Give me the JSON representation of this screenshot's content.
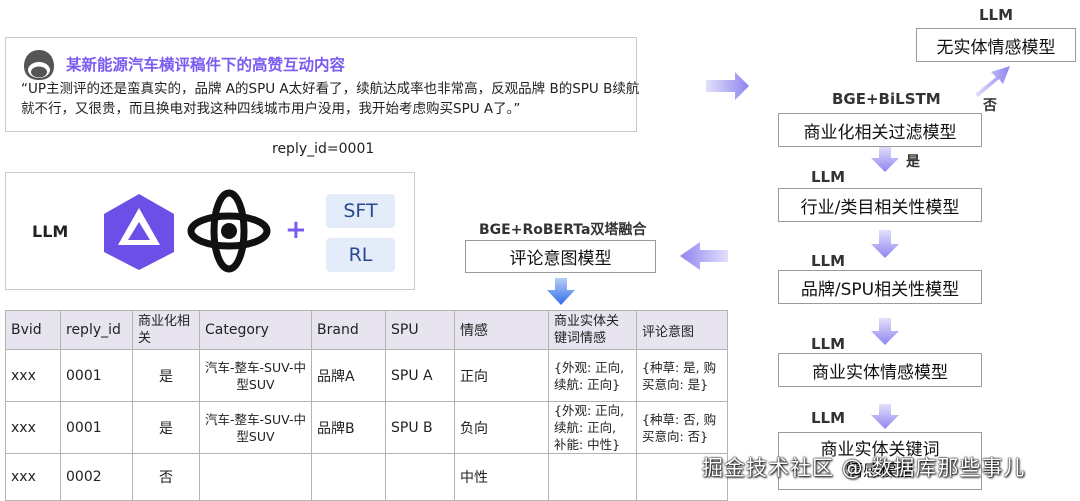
{
  "comment": {
    "title": "某新能源汽车横评稿件下的高赞互动内容",
    "text": "“UP主测评的还是蛮真实的，品牌 A的SPU A太好看了，续航达成率也非常高，反观品牌 B的SPU B续航就不行，又很贵，而且换电对我这种四线城市用户没用，我开始考虑购买SPU A了。”",
    "reply_id": "reply_id=0001"
  },
  "llm_panel": {
    "label": "LLM",
    "tags": [
      "SFT",
      "RL"
    ]
  },
  "flow": {
    "commercial_filter": {
      "label": "BGE+BiLSTM",
      "box": "商业化相关过滤模型"
    },
    "no_entity": {
      "label": "LLM",
      "box": "无实体情感模型"
    },
    "industry": {
      "label": "LLM",
      "box": "行业/类目相关性模型"
    },
    "brand": {
      "label": "LLM",
      "box": "品牌/SPU相关性模型"
    },
    "entity_sentiment": {
      "label": "LLM",
      "box": "商业实体情感模型"
    },
    "keyword_sentiment": {
      "label": "LLM",
      "box": "商业实体关键词情感模型"
    },
    "intent": {
      "label": "BGE+RoBERTa双塔融合",
      "box": "评论意图模型"
    },
    "yes": "是",
    "no": "否"
  },
  "table": {
    "headers": [
      "Bvid",
      "reply_id",
      "商业化相关",
      "Category",
      "Brand",
      "SPU",
      "情感",
      "商业实体关键词情感",
      "评论意图"
    ],
    "rows": [
      [
        "xxx",
        "0001",
        "是",
        "汽车-整车-SUV-中型SUV",
        "品牌A",
        "SPU A",
        "正向",
        "{外观: 正向, 续航: 正向}",
        "{种草: 是, 购买意向: 是}"
      ],
      [
        "xxx",
        "0001",
        "是",
        "汽车-整车-SUV-中型SUV",
        "品牌B",
        "SPU B",
        "负向",
        "{外观: 正向, 续航: 正向, 补能: 中性}",
        "{种草: 否, 购买意向: 否}"
      ],
      [
        "xxx",
        "0002",
        "否",
        "",
        "",
        "",
        "中性",
        "",
        ""
      ]
    ]
  },
  "watermark": "掘金技术社区 @ 数据库那些事儿",
  "colors": {
    "accent": "#7a5cf0",
    "arrow": "#9a92f5",
    "blue_arrow": "#2f6fe8"
  }
}
